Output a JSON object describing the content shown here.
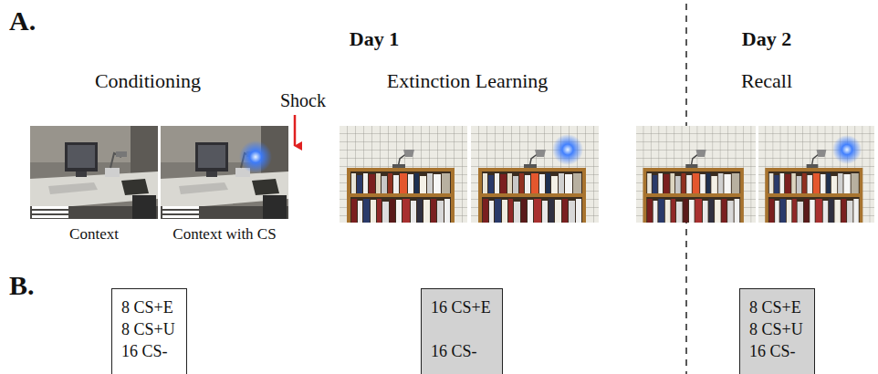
{
  "diagram": {
    "nodes": [
      {
        "text": [
          "8 CS+E",
          "8 CS+U",
          "16 CS-"
        ]
      },
      {
        "text": [
          "16 CS+E",
          "16 CS-"
        ]
      },
      {
        "text": [
          "8 CS+E",
          "8 CS+U",
          "16 CS-"
        ]
      }
    ],
    "labels": [
      "A.",
      "Day 1",
      "Day 2",
      "Conditioning",
      "Extinction Learning",
      "Recall",
      "Shock",
      "Context",
      "Context with CS",
      "B."
    ]
  }
}
